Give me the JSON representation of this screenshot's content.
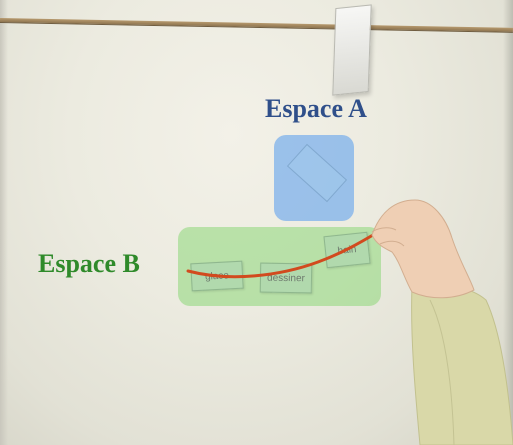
{
  "labels": {
    "space_a": "Espace A",
    "space_b": "Espace B"
  },
  "cards": [
    {
      "word": "glace"
    },
    {
      "word": "dessiner"
    },
    {
      "word": "bain"
    }
  ],
  "colors": {
    "space_a_label": "#2f4f8a",
    "space_b_label": "#2f8a2a",
    "space_a_zone": "#78afeb",
    "space_b_zone": "#8cd778",
    "trajectory": "#d24a1e"
  }
}
